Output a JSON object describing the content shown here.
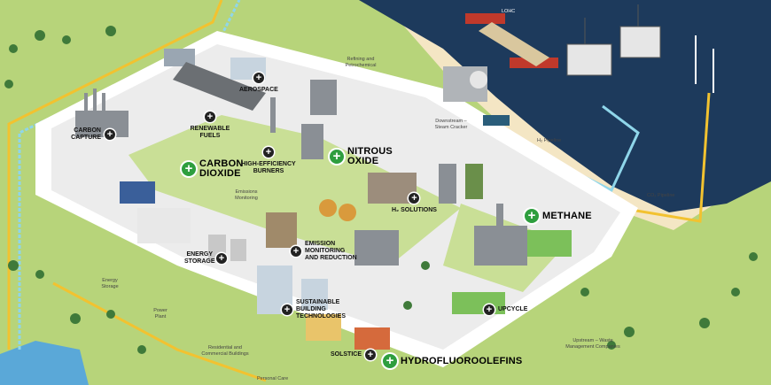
{
  "hotspots": {
    "carbon_capture": "CARBON CAPTURE",
    "renewable_fuels": "RENEWABLE FUELS",
    "aerospace": "AEROSPACE",
    "carbon_dioxide": "CARBON DIOXIDE",
    "high_efficiency_burners": "HIGH-EFFICIENCY BURNERS",
    "nitrous_oxide": "NITROUS OXIDE",
    "h2_solutions": "H₂ SOLUTIONS",
    "methane": "METHANE",
    "energy_storage": "ENERGY STORAGE",
    "emission_monitoring": "EMISSION MONITORING AND REDUCTION",
    "sustainable_building": "SUSTAINABLE BUILDING TECHNOLOGIES",
    "upcycle": "UPCYCLE",
    "solstice": "SOLSTICE",
    "hydrofluoroolefins": "HYDROFLUOROOLEFINS"
  },
  "labels": {
    "lohc": "LOHC",
    "refining": "Refining and Petrochemical",
    "downstream": "Downstream – Steam Cracker",
    "h2_pipeline": "H₂ Pipeline",
    "co2_pipeline": "CO₂ Pipeline",
    "emissions_monitoring": "Emissions Monitoring",
    "energy_storage": "Energy Storage",
    "power_plant": "Power Plant",
    "residential": "Residential and Commercial Buildings",
    "personal_care": "Personal Care",
    "upstream": "Upstream – Waste Management Companies"
  },
  "colors": {
    "ocean": "#1d3a5c",
    "sand": "#f4e6c4",
    "grass": "#b7d47a",
    "pavement": "#eeeeee",
    "road": "#ffffff",
    "h2_line": "#8fd6ea",
    "co2_line": "#f2c230",
    "accent_green": "#2e9e3e"
  }
}
